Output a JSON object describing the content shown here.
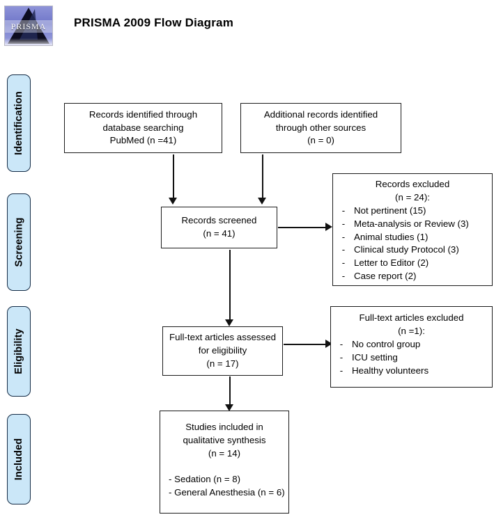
{
  "header": {
    "title": "PRISMA 2009 Flow Diagram",
    "logo_text": "PRISMA",
    "logo_name": "prisma-logo"
  },
  "stages": [
    {
      "label": "Identification"
    },
    {
      "label": "Screening"
    },
    {
      "label": "Eligibility"
    },
    {
      "label": "Included"
    }
  ],
  "boxes": {
    "identified_database": {
      "lines": [
        "Records identified through",
        "database searching",
        "PubMed (n =41)"
      ]
    },
    "identified_other": {
      "lines": [
        "Additional records identified",
        "through other sources",
        "(n = 0)"
      ]
    },
    "screened": {
      "lines": [
        "Records screened",
        "(n = 41)"
      ]
    },
    "records_excluded": {
      "title": "Records excluded",
      "count": "(n = 24):",
      "dash": "-",
      "reasons": [
        "Not pertinent (15)",
        "Meta-analysis or Review (3)",
        "Animal studies (1)",
        "Clinical study Protocol (3)",
        "Letter to Editor (2)",
        "Case report (2)"
      ]
    },
    "fulltext_assessed": {
      "lines": [
        "Full-text articles assessed",
        "for eligibility",
        "(n = 17)"
      ]
    },
    "fulltext_excluded": {
      "title": "Full-text articles excluded",
      "count": "(n =1):",
      "dash": "-",
      "reasons": [
        "No control group",
        "ICU setting",
        "Healthy volunteers"
      ]
    },
    "included_studies": {
      "lines": [
        "Studies included in",
        "qualitative synthesis",
        "(n = 14)"
      ],
      "breakdown": [
        "- Sedation (n = 8)",
        "- General Anesthesia (n = 6)"
      ]
    }
  },
  "colors": {
    "stage_fill": "#cbe7f8",
    "stage_border": "#132b45",
    "box_border": "#1a1a1a",
    "connector": "#111111"
  }
}
